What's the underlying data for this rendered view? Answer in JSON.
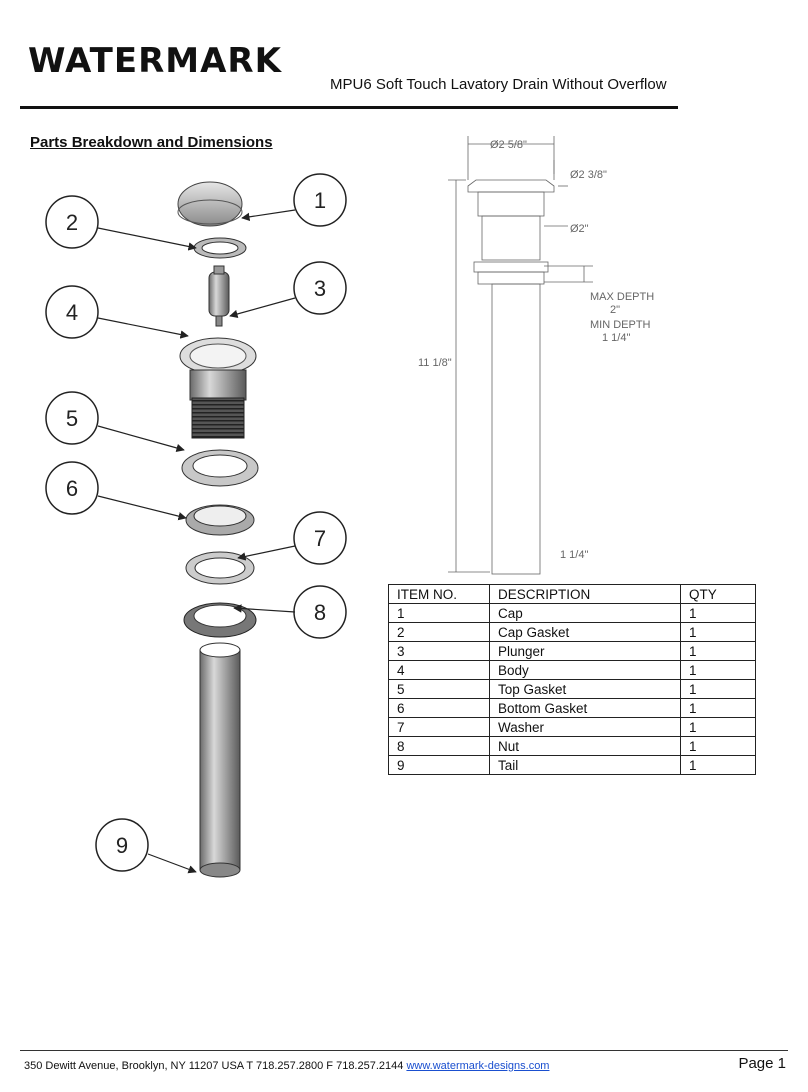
{
  "header": {
    "brand": "WATERMARK",
    "title": "MPU6 Soft Touch Lavatory Drain Without Overflow"
  },
  "section_title": "Parts Breakdown and Dimensions",
  "callouts": [
    "1",
    "2",
    "3",
    "4",
    "5",
    "6",
    "7",
    "8",
    "9"
  ],
  "dimensions": {
    "d_cap": "Ø2 5/8\"",
    "d_flange": "Ø2 3/8\"",
    "d_body": "Ø2\"",
    "max_depth_label": "MAX DEPTH",
    "max_depth_value": "2\"",
    "min_depth_label": "MIN DEPTH",
    "min_depth_value": "1 1/4\"",
    "height": "11 1/8\"",
    "tail": "1 1/4\""
  },
  "table": {
    "headers": [
      "ITEM NO.",
      "DESCRIPTION",
      "QTY"
    ],
    "rows": [
      [
        "1",
        "Cap",
        "1"
      ],
      [
        "2",
        "Cap Gasket",
        "1"
      ],
      [
        "3",
        "Plunger",
        "1"
      ],
      [
        "4",
        "Body",
        "1"
      ],
      [
        "5",
        "Top Gasket",
        "1"
      ],
      [
        "6",
        "Bottom Gasket",
        "1"
      ],
      [
        "7",
        "Washer",
        "1"
      ],
      [
        "8",
        "Nut",
        "1"
      ],
      [
        "9",
        "Tail",
        "1"
      ]
    ]
  },
  "footer": {
    "address": "350 Dewitt Avenue, Brooklyn, NY  11207 USA T 718.257.2800 F 718.257.2144",
    "url": "www.watermark-designs.com",
    "page": "Page 1"
  }
}
